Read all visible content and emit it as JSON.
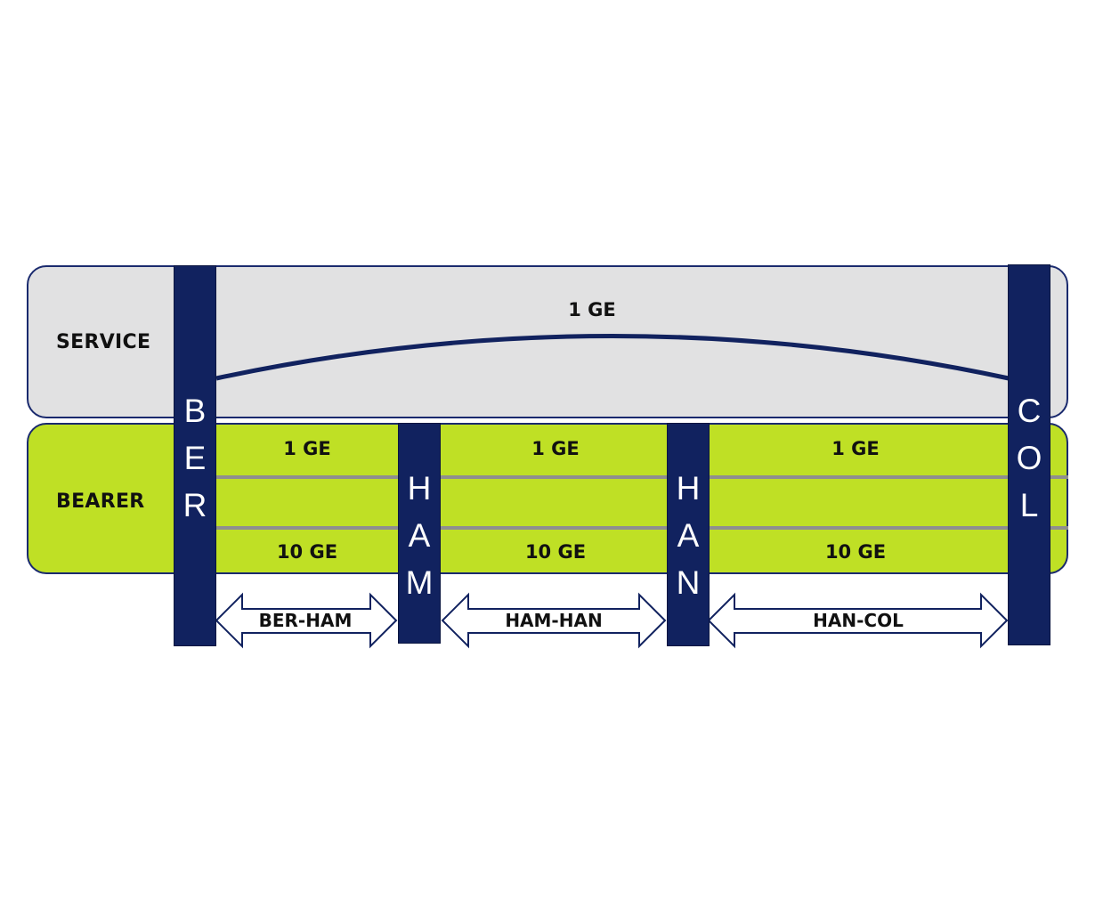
{
  "lanes": {
    "service": {
      "label": "SERVICE",
      "link_capacity": "1 GE"
    },
    "bearer": {
      "label": "BEARER"
    }
  },
  "nodes": [
    {
      "name": "BER",
      "letters": [
        "B",
        "E",
        "R"
      ]
    },
    {
      "name": "HAM",
      "letters": [
        "H",
        "A",
        "M"
      ]
    },
    {
      "name": "HAN",
      "letters": [
        "H",
        "A",
        "N"
      ]
    },
    {
      "name": "COL",
      "letters": [
        "C",
        "O",
        "L"
      ]
    }
  ],
  "segments": [
    {
      "span": "BER-HAM",
      "upper": "1 GE",
      "lower": "10 GE"
    },
    {
      "span": "HAM-HAN",
      "upper": "1 GE",
      "lower": "10 GE"
    },
    {
      "span": "HAN-COL",
      "upper": "1 GE",
      "lower": "10 GE"
    }
  ],
  "colors": {
    "node": "#11225f",
    "service_lane": "#e1e1e2",
    "bearer_lane": "#bfe025",
    "outline": "#1a2a6e",
    "divider": "#8f8f8f"
  }
}
